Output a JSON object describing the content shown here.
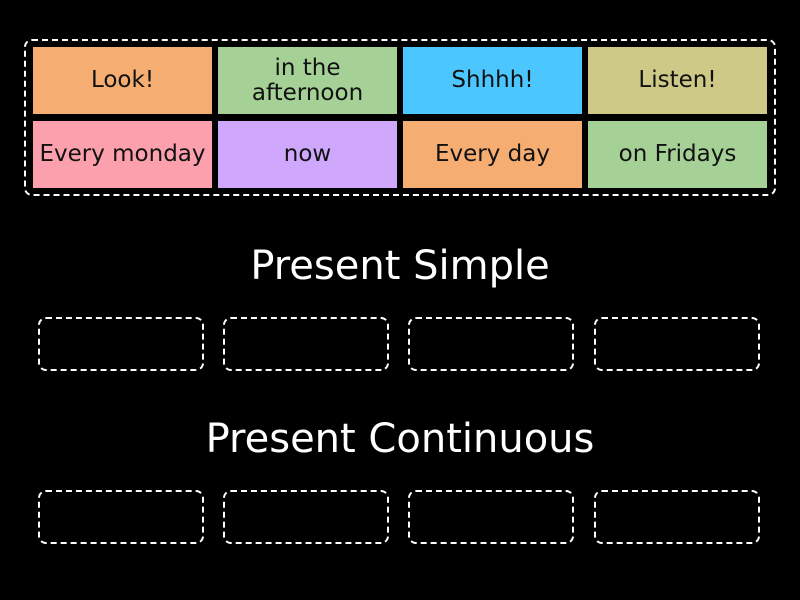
{
  "bank": {
    "tiles": [
      {
        "label": "Look!",
        "color": "#f6ad72"
      },
      {
        "label": "in the afternoon",
        "color": "#a5d196"
      },
      {
        "label": "Shhhh!",
        "color": "#4cc6ff"
      },
      {
        "label": "Listen!",
        "color": "#cec987"
      },
      {
        "label": "Every monday",
        "color": "#fca0ae"
      },
      {
        "label": "now",
        "color": "#cfa8fe"
      },
      {
        "label": "Every day",
        "color": "#f6ad72"
      },
      {
        "label": "on Fridays",
        "color": "#a5d196"
      }
    ]
  },
  "groups": [
    {
      "title": "Present Simple",
      "slots": 4
    },
    {
      "title": "Present Continuous",
      "slots": 4
    }
  ]
}
